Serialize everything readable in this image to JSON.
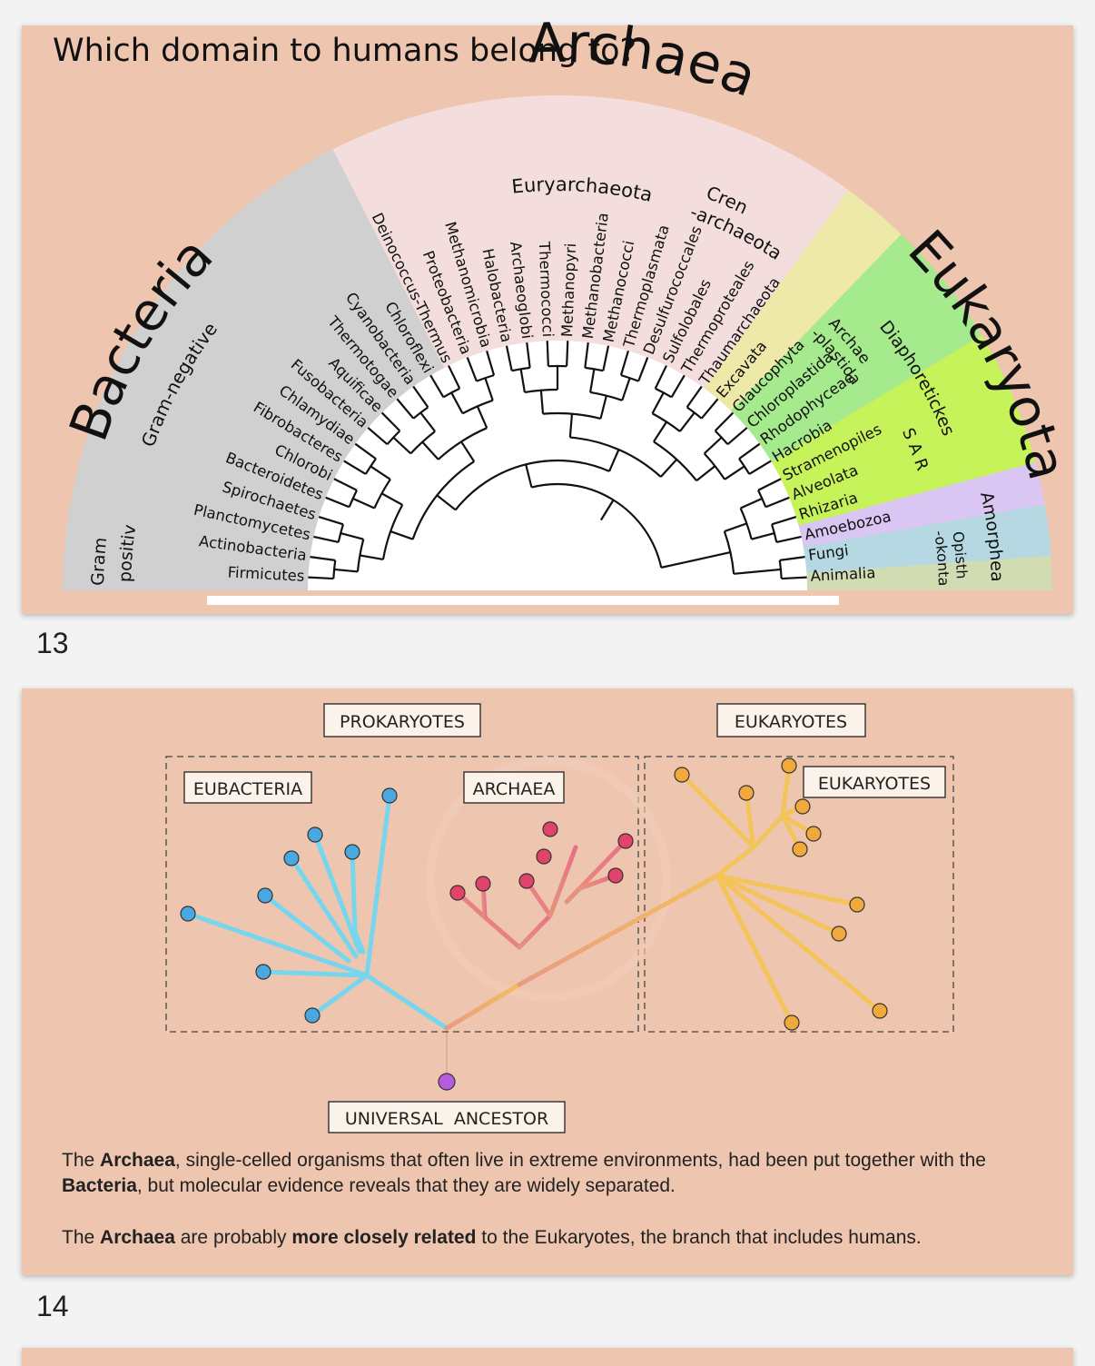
{
  "slide13": {
    "number": "13",
    "title": "Which domain to humans belong to?",
    "domains": {
      "bacteria": "Bacteria",
      "archaea": "Archaea",
      "eukaryota": "Eukaryota"
    },
    "groups": {
      "gram_positive_1": "Gram",
      "gram_positive_2": "-positive",
      "gram_negative": "Gram-negative",
      "euryarchaeota": "Euryarchaeota",
      "crenarchaeota_1": "Cren",
      "crenarchaeota_2": "-archaeota",
      "archaeplastida_1": "Archae",
      "archaeplastida_2": "-plastida",
      "diaphoretickes": "Diaphoretickes",
      "sar": "S A R",
      "amorphea": "Amorphea",
      "opisthokonta_1": "Opisth",
      "opisthokonta_2": "-okonta"
    },
    "taxa": [
      "Firmicutes",
      "Actinobacteria",
      "Planctomycetes",
      "Spirochaetes",
      "Bacteroidetes",
      "Chlorobi",
      "Fibrobacteres",
      "Chlamydiae",
      "Fusobacteria",
      "Aquificae",
      "Thermotogae",
      "Cyanobacteria",
      "Chloroflexi",
      "Deinococcus-Thermus",
      "Proteobacteria",
      "Methanomicrobia",
      "Halobacteria",
      "Archaeoglobi",
      "Thermococci",
      "Methanopyri",
      "Methanobacteria",
      "Methanococci",
      "Thermoplasmata",
      "Desulfurococcales",
      "Sulfolobales",
      "Thermoproteales",
      "Thaumarchaeota",
      "Excavata",
      "Glaucophyta",
      "Chloroplastida",
      "Rhodophyceae",
      "Hacrobia",
      "Stramenopiles",
      "Alveolata",
      "Rhizaria",
      "Amoebozoa",
      "Fungi",
      "Animalia"
    ]
  },
  "slide14": {
    "number": "14",
    "labels": {
      "prokaryotes": "PROKARYOTES",
      "eukaryotes_top": "EUKARYOTES",
      "eubacteria": "EUBACTERIA",
      "archaea": "ARCHAEA",
      "eukaryotes_inner": "EUKARYOTES",
      "universal_ancestor": "UNIVERSAL  ANCESTOR"
    },
    "para1": {
      "t1": "The ",
      "b1": "Archaea",
      "t2": ", single-celled organisms that often live in extreme environments, had been put together with the ",
      "b2": "Bacteria",
      "t3": ", but molecular evidence reveals that they are widely separated."
    },
    "para2": {
      "t1": "The ",
      "b1": "Archaea",
      "t2": " are probably ",
      "b2": "more closely related",
      "t3": " to the Eukaryotes, the branch that includes humans."
    }
  },
  "colors": {
    "slide_bg": "#eec5ae",
    "bacteria_sector": "#d0d0d0",
    "archaea_sector": "#f3dedd",
    "excavata_sector": "#eee9a8",
    "archaeplastida_sector": "#a5ea8c",
    "sar_sector": "#c6f25a",
    "rhizaria_sector": "#d9c6f2",
    "opisthokonta_sector": "#b6d8e3",
    "animalia_sector": "#d2dcb2",
    "bacteria_branch": "#76d6ee",
    "archaea_branch": "#e98a7e",
    "eukaryote_branch": "#f3c45a",
    "ancestor_node": "#b55be0"
  }
}
